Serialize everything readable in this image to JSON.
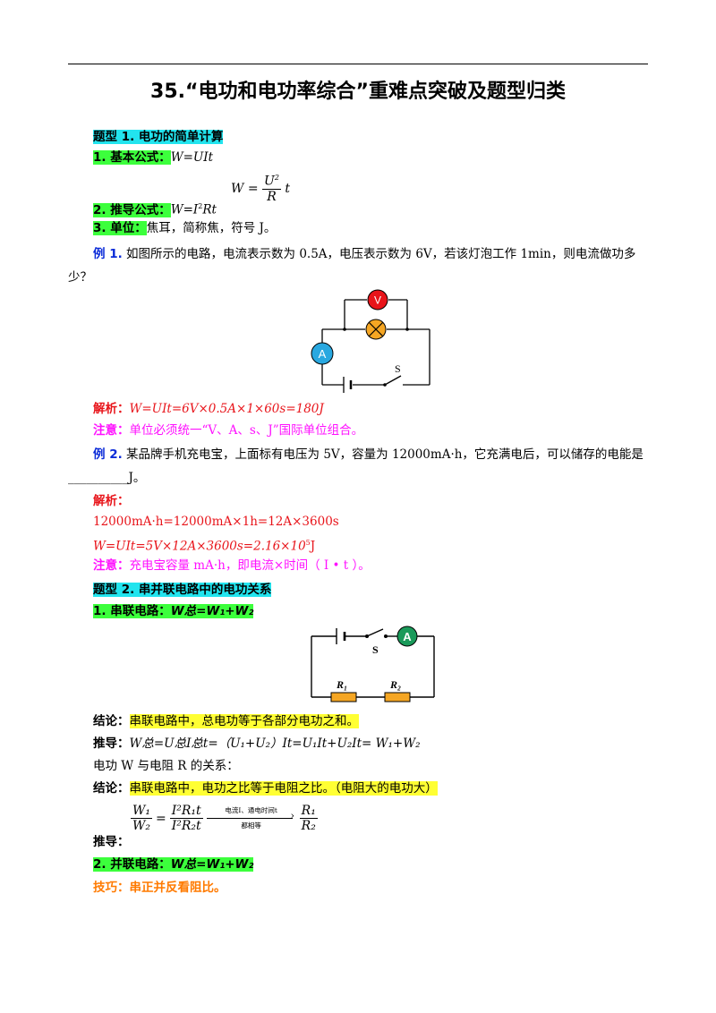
{
  "title": "35.“电功和电功率综合”重难点突破及题型归类",
  "section1": {
    "heading": "题型 1. 电功的简单计算",
    "basic_label": "1. 基本公式：",
    "basic_formula": "W=UIt",
    "derived_label": "2. 推导公式：",
    "derived_formula_1": "W=I",
    "derived_formula_1_sup": "2",
    "derived_formula_1_tail": "Rt",
    "derived_formula_2_lhs": "W =",
    "derived_formula_2_num": "U",
    "derived_formula_2_num_sup": "2",
    "derived_formula_2_den": "R",
    "derived_formula_2_tail": "t",
    "unit_label": "3. 单位：",
    "unit_text": "焦耳，简称焦，符号 J。"
  },
  "example1": {
    "label": "例 1.",
    "question_line1": "如图所示的电路，电流表示数为 0.5A，电压表示数为 6V，若该灯泡工作 1min，则电流做功多",
    "question_line2": "少？",
    "circuit": {
      "voltmeter": "V",
      "ammeter": "A",
      "switch": "S"
    },
    "analysis_label": "解析：",
    "analysis_text": "W=UIt=6V×0.5A×1×60s=180J",
    "note_label": "注意：",
    "note_text": "单位必须统一“V、A、s、J”国际单位组合。"
  },
  "example2": {
    "label": "例 2.",
    "question_line1": "某品牌手机充电宝，上面标有电压为 5V，容量为 12000mA·h，它充满电后，可以储存的电能是",
    "question_blank": "__________",
    "question_line2_tail": "J。",
    "analysis_label": "解析：",
    "analysis_line1": "12000mA·h=12000mA×1h=12A×3600s",
    "analysis_line2": "W=UIt=5V×12A×3600s=2.16×10",
    "analysis_line2_sup": "5",
    "analysis_line2_tail": "J",
    "note_label": "注意：",
    "note_text": "充电宝容量 mA·h，即电流×时间（ I • t ）。"
  },
  "section2": {
    "heading": "题型 2. 串并联电路中的电功关系",
    "series_label": "1. 串联电路：",
    "series_formula": "W总=W₁+W₂",
    "circuit": {
      "switch": "S",
      "ammeter": "A",
      "r1": "R₁",
      "r2": "R₂"
    },
    "conclusion1_label": "结论：",
    "conclusion1_text": "串联电路中，总电功等于各部分电功之和。",
    "derive1_label": "推导：",
    "derive1_text": "W总=U总I总t=（U₁+U₂）It=U₁It+U₂It= W₁+W₂",
    "relation_text": "电功 W 与电阻 R 的关系：",
    "conclusion2_label": "结论：",
    "conclusion2_text": "串联电路中，电功之比等于电阻之比。（电阻大的电功大）",
    "derive2_label": "推导：",
    "ratio": {
      "lhs_num": "W₁",
      "lhs_den": "W₂",
      "mid_num": "I²R₁t",
      "mid_den": "I²R₂t",
      "arrow_top": "电流I、通电时间t",
      "arrow_bottom": "都相等",
      "rhs_num": "R₁",
      "rhs_den": "R₂"
    },
    "parallel_label": "2. 并联电路：",
    "parallel_formula": "W总=W₁+W₂",
    "tip": "技巧：串正并反看阻比。"
  }
}
